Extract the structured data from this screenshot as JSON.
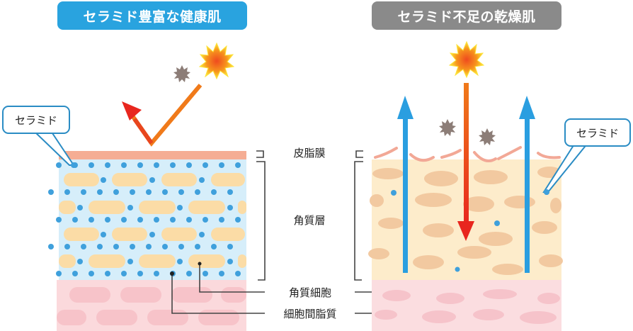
{
  "left_panel": {
    "title": "セラミド豊富な健康肌",
    "title_color": "#29a3df",
    "callout": "セラミド"
  },
  "right_panel": {
    "title": "セラミド不足の乾燥肌",
    "title_color": "#8a8a8a",
    "callout": "セラミド"
  },
  "center_labels": {
    "sebum_film": "皮脂膜",
    "stratum_corneum": "角質層",
    "corneocyte": "角質細胞",
    "intercellular_lipid": "細胞間脂質"
  },
  "colors": {
    "sebum": "#f5ad94",
    "ceramide_layer": "#d6eefa",
    "ceramide_dot": "#3fa0dc",
    "healthy_cell": "#fbdca6",
    "dry_layer": "#fdeccb",
    "dry_cell": "#f2c9a0",
    "dermis": "#fbd9dc",
    "dermis_cell": "#f6bcc3",
    "uv_arrow": "#e8461e",
    "moisture_arrow": "#2a9ee0"
  }
}
